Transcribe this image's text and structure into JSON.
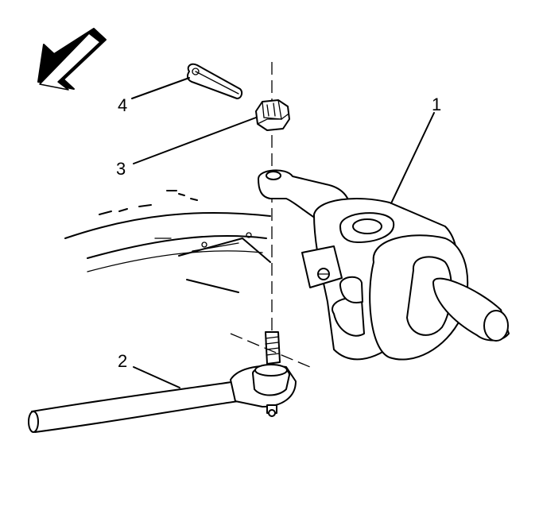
{
  "callouts": [
    {
      "id": "1",
      "label": "1"
    },
    {
      "id": "2",
      "label": "2"
    },
    {
      "id": "3",
      "label": "3"
    },
    {
      "id": "4",
      "label": "4"
    }
  ],
  "icons": {
    "direction": "front-direction-arrow-icon"
  }
}
